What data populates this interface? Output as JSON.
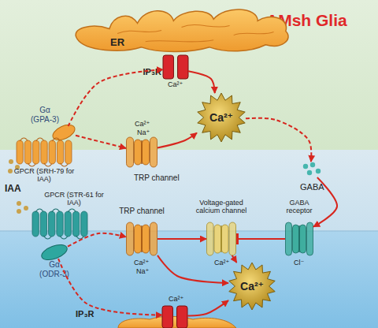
{
  "diagram": {
    "nodes": [
      {
        "text": [
          "AMsh Glia"
        ]
      },
      {
        "text": [
          "ER"
        ],
        "in": 0
      },
      {
        "text": [
          "IP₃R"
        ],
        "in": 0
      },
      {
        "text": [
          "Ca²⁺"
        ],
        "in": 0
      },
      {
        "text": [
          "Gα (GPA-3)"
        ],
        "in": 0
      },
      {
        "text": [
          "GPCR (SRH-79 for IAA)"
        ]
      },
      {
        "text": [
          "TRP channel"
        ]
      },
      {
        "text": [
          "GABA"
        ]
      },
      {
        "text": [
          "GPCR (STR-61 for IAA)"
        ]
      },
      {
        "text": [
          "TRP channel"
        ]
      },
      {
        "text": [
          "Voltage-gated calcium channel"
        ]
      },
      {
        "text": [
          "GABA receptor"
        ]
      },
      {
        "text": [
          "Gα (ODR-3)"
        ]
      },
      {
        "text": [
          "Ca²⁺"
        ]
      },
      {
        "text": [
          "IP₃R"
        ]
      }
    ],
    "edges": [
      {
        "from": 4,
        "to": 2,
        "arrow": "to"
      },
      {
        "from": 4,
        "to": 6,
        "arrow": "to"
      },
      {
        "from": 2,
        "to": 3,
        "arrow": "to"
      },
      {
        "from": 6,
        "to": 3,
        "arrow": "to"
      },
      {
        "from": 3,
        "to": 7,
        "arrow": "to"
      },
      {
        "from": 7,
        "to": 11,
        "arrow": "to"
      },
      {
        "from": 12,
        "to": 9,
        "arrow": "to"
      },
      {
        "from": 12,
        "to": 14,
        "arrow": "to"
      },
      {
        "from": 9,
        "to": 10,
        "arrow": "to"
      },
      {
        "from": 11,
        "to": 10,
        "arrow": "to"
      },
      {
        "from": 9,
        "to": 13,
        "arrow": "to"
      },
      {
        "from": 10,
        "to": 13,
        "arrow": "to"
      },
      {
        "from": 14,
        "to": 13,
        "arrow": "to"
      }
    ],
    "labels": [
      "Ca²⁺",
      "Ca²⁺",
      "Na⁺",
      "IAA",
      "Ca²⁺",
      "Na⁺",
      "Ca²⁺",
      "Cl⁻",
      "Ca²⁺"
    ]
  }
}
